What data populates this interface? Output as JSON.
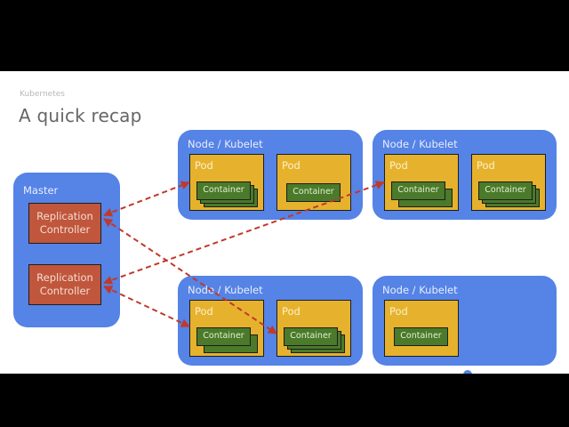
{
  "slide": {
    "eyebrow": "Kubernetes",
    "title": "A quick recap"
  },
  "master": {
    "label": "Master",
    "controllers": [
      {
        "line1": "Replication",
        "line2": "Controller"
      },
      {
        "line1": "Replication",
        "line2": "Controller"
      }
    ]
  },
  "nodes": [
    {
      "label": "Node / Kubelet",
      "pods": [
        {
          "label": "Pod",
          "container": "Container",
          "replicas": 3
        },
        {
          "label": "Pod",
          "container": "Container",
          "replicas": 1
        }
      ]
    },
    {
      "label": "Node / Kubelet",
      "pods": [
        {
          "label": "Pod",
          "container": "Container",
          "replicas": 2
        },
        {
          "label": "Pod",
          "container": "Container",
          "replicas": 3
        }
      ]
    },
    {
      "label": "Node / Kubelet",
      "pods": [
        {
          "label": "Pod",
          "container": "Container",
          "replicas": 2
        },
        {
          "label": "Pod",
          "container": "Container",
          "replicas": 3
        }
      ]
    },
    {
      "label": "Node / Kubelet",
      "pods": [
        {
          "label": "Pod",
          "container": "Container",
          "replicas": 1
        }
      ]
    }
  ],
  "colors": {
    "node": "#5583e6",
    "replication_controller": "#c0563b",
    "pod": "#e6b22d",
    "container": "#4a7a2a",
    "arrow": "#c0392b"
  },
  "links": [
    {
      "from": "rc-1",
      "to": "node-1-pod-1"
    },
    {
      "from": "rc-1",
      "to": "node-3-pod-2"
    },
    {
      "from": "rc-2",
      "to": "node-2-pod-1"
    },
    {
      "from": "rc-2",
      "to": "node-3-pod-1"
    }
  ]
}
